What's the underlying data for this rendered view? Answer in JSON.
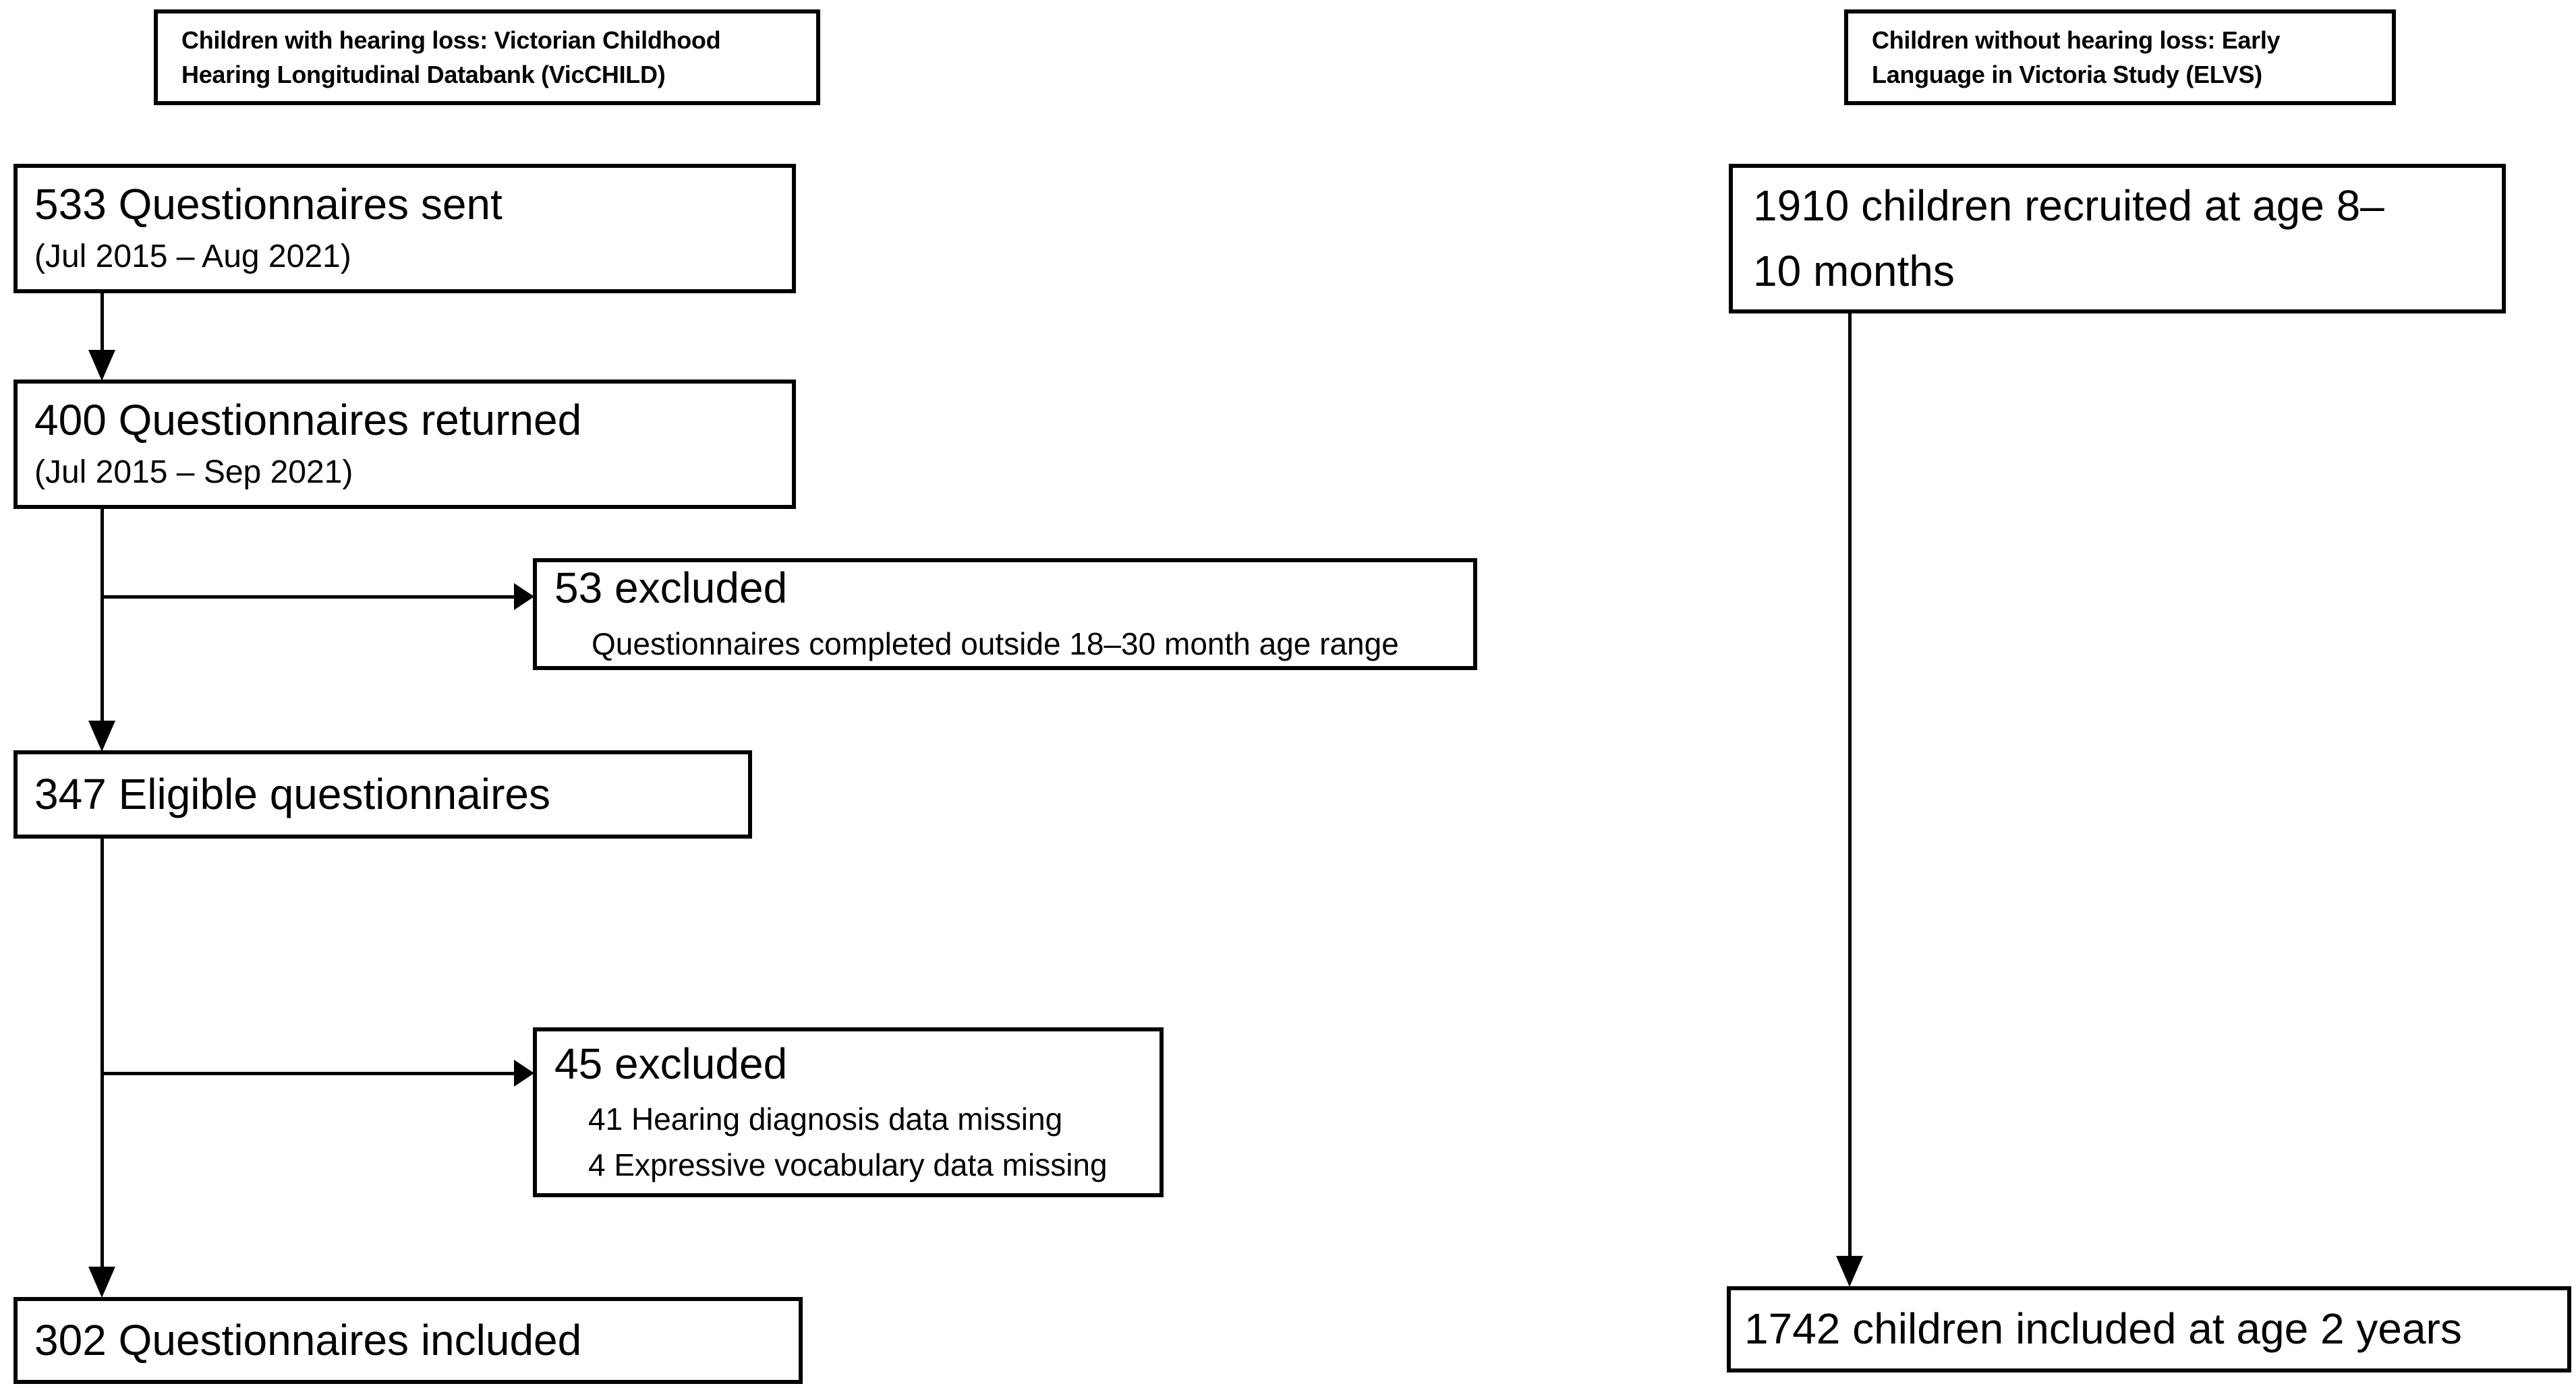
{
  "diagram": {
    "type": "participant-flowchart",
    "colors": {
      "border": "#000000",
      "background": "#ffffff",
      "text": "#000000"
    },
    "left_column": {
      "header": {
        "line1": "Children with hearing loss: Victorian Childhood",
        "line2": "Hearing Longitudinal Databank (VicCHILD)"
      },
      "boxes": {
        "sent": {
          "title": "533 Questionnaires sent",
          "subtitle": "(Jul 2015 – Aug 2021)"
        },
        "returned": {
          "title": "400 Questionnaires returned",
          "subtitle": "(Jul 2015 – Sep 2021)"
        },
        "excluded_age": {
          "title": "53 excluded",
          "detail": "Questionnaires completed outside 18–30 month age range"
        },
        "eligible": {
          "title": "347 Eligible questionnaires"
        },
        "excluded_missing": {
          "title": "45 excluded",
          "detail1": "41 Hearing diagnosis data missing",
          "detail2": "4 Expressive vocabulary data missing"
        },
        "included": {
          "title": "302 Questionnaires included"
        }
      }
    },
    "right_column": {
      "header": {
        "line1": "Children without hearing loss: Early",
        "line2": "Language in Victoria Study (ELVS)"
      },
      "boxes": {
        "recruited": {
          "line1": "1910 children recruited at age 8–",
          "line2": "10 months"
        },
        "included": {
          "title": "1742 children included at age 2 years"
        }
      }
    }
  }
}
